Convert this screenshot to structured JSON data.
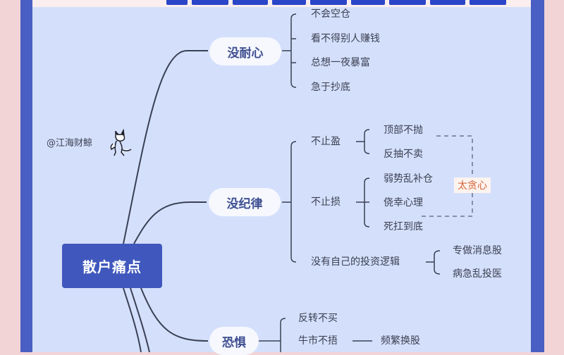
{
  "colors": {
    "outer_bg": "#f2d3d6",
    "frame": "#4a5fc4",
    "canvas": "#d4e0fb",
    "root_fill": "#4058bd",
    "pill_fill": "#f6f8fe",
    "pill_text": "#3f4f92",
    "line": "#3a4055",
    "tag_text": "#d8673c"
  },
  "watermark": "@江海财鲸",
  "root": {
    "label": "散户痛点"
  },
  "branches": [
    {
      "label": "没耐心",
      "children": [
        "不会空仓",
        "看不得别人赚钱",
        "总想一夜暴富",
        "急于抄底"
      ]
    },
    {
      "label": "没纪律",
      "children": [
        {
          "label": "不止盈",
          "children": [
            "顶部不抛",
            "反抽不卖"
          ]
        },
        {
          "label": "不止损",
          "children": [
            "弱势乱补仓",
            "侥幸心理",
            "死扛到底"
          ]
        },
        {
          "label": "没有自己的投资逻辑",
          "children": [
            "专做消息股",
            "病急乱投医"
          ]
        }
      ],
      "annotation": "太贪心"
    },
    {
      "label": "恐惧",
      "children": [
        {
          "label": "反转不买"
        },
        {
          "label": "牛市不捂",
          "children": [
            "频繁换股"
          ]
        }
      ]
    }
  ]
}
